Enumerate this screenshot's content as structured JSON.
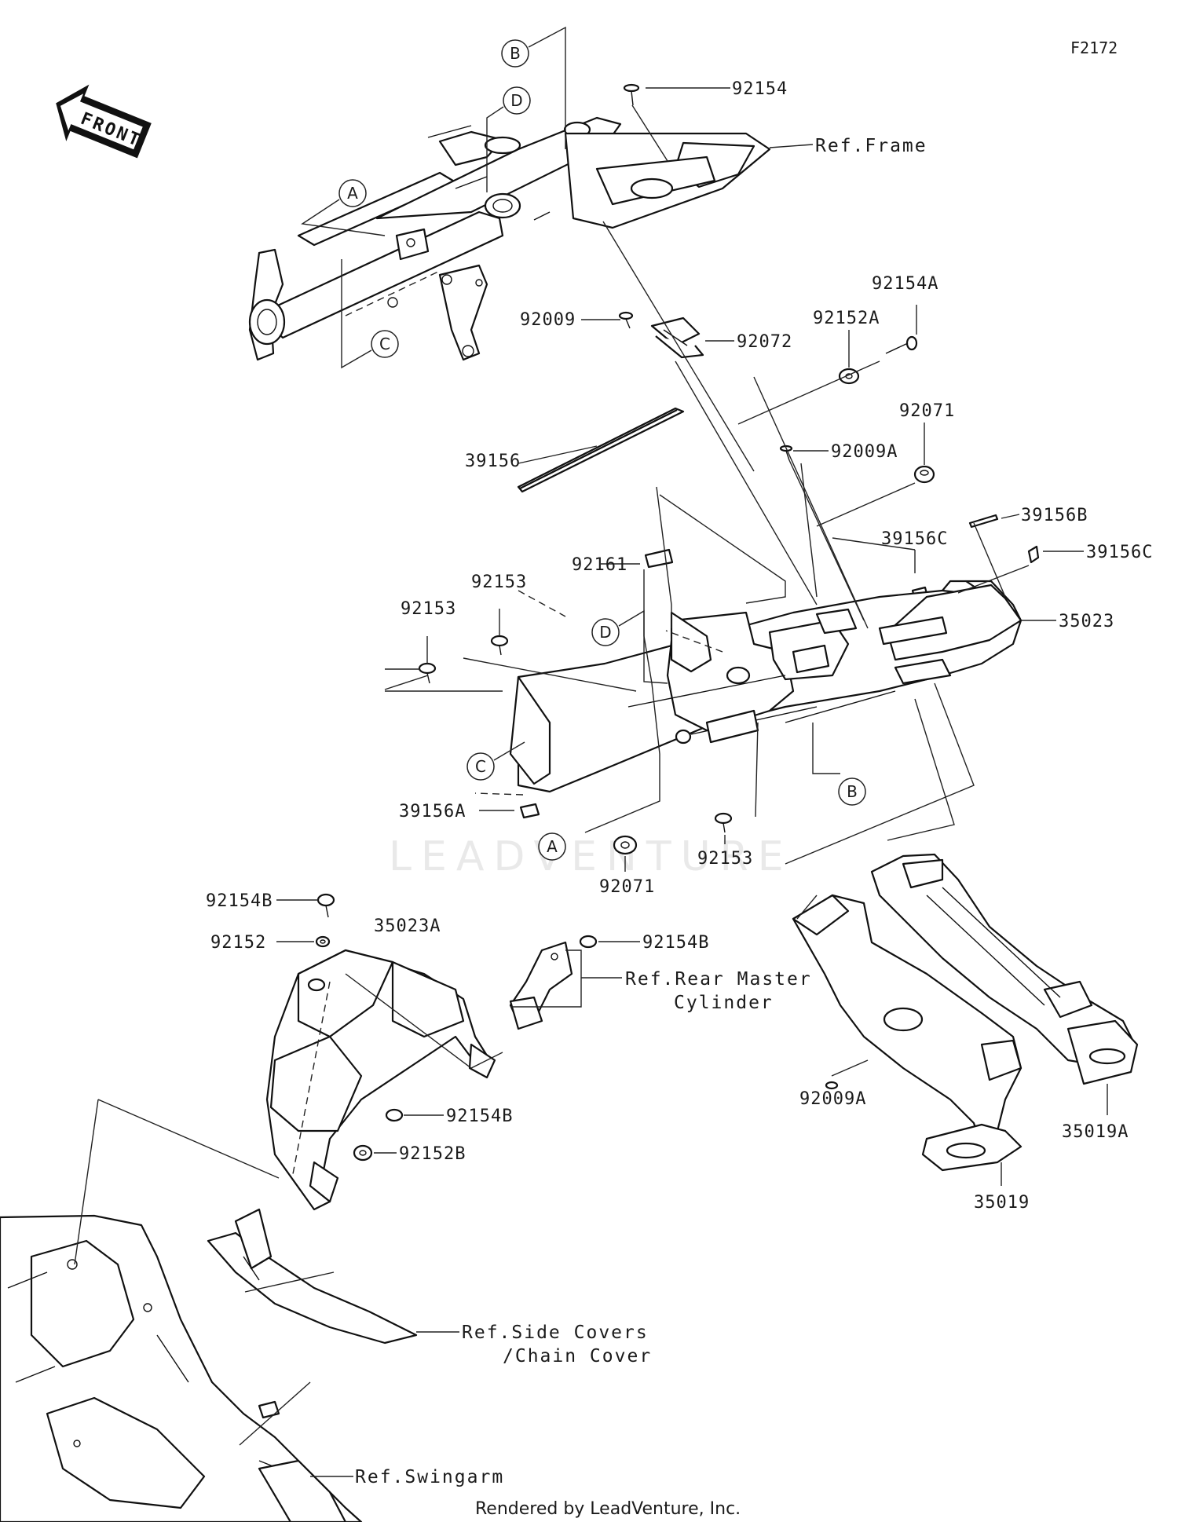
{
  "figure_id": "F2172",
  "credit": "Rendered by LeadVenture, Inc.",
  "watermark": "LEADVENTURE",
  "front_badge": "FRONT",
  "callouts": [
    {
      "id": "c_92154",
      "text": "92154"
    },
    {
      "id": "c_ref_frame",
      "text": "Ref.Frame"
    },
    {
      "id": "c_92009",
      "text": "92009"
    },
    {
      "id": "c_92072",
      "text": "92072"
    },
    {
      "id": "c_92154A",
      "text": "92154A"
    },
    {
      "id": "c_92152A",
      "text": "92152A"
    },
    {
      "id": "c_92071_top",
      "text": "92071"
    },
    {
      "id": "c_39156",
      "text": "39156"
    },
    {
      "id": "c_92009A_top",
      "text": "92009A"
    },
    {
      "id": "c_39156B",
      "text": "39156B"
    },
    {
      "id": "c_39156C_1",
      "text": "39156C"
    },
    {
      "id": "c_39156C_2",
      "text": "39156C"
    },
    {
      "id": "c_92161",
      "text": "92161"
    },
    {
      "id": "c_35023",
      "text": "35023"
    },
    {
      "id": "c_92153_a",
      "text": "92153"
    },
    {
      "id": "c_92153_b",
      "text": "92153"
    },
    {
      "id": "c_39156A",
      "text": "39156A"
    },
    {
      "id": "c_92071_bot",
      "text": "92071"
    },
    {
      "id": "c_92153_c",
      "text": "92153"
    },
    {
      "id": "c_92154B_1",
      "text": "92154B"
    },
    {
      "id": "c_92152",
      "text": "92152"
    },
    {
      "id": "c_35023A",
      "text": "35023A"
    },
    {
      "id": "c_92154B_2",
      "text": "92154B"
    },
    {
      "id": "c_ref_rmc_1",
      "text": "Ref.Rear Master"
    },
    {
      "id": "c_ref_rmc_2",
      "text": "Cylinder"
    },
    {
      "id": "c_92009A_bot",
      "text": "92009A"
    },
    {
      "id": "c_35019A",
      "text": "35019A"
    },
    {
      "id": "c_92154B_3",
      "text": "92154B"
    },
    {
      "id": "c_92152B",
      "text": "92152B"
    },
    {
      "id": "c_35019",
      "text": "35019"
    },
    {
      "id": "c_ref_side_1",
      "text": "Ref.Side Covers"
    },
    {
      "id": "c_ref_side_2",
      "text": "/Chain Cover"
    },
    {
      "id": "c_ref_swing",
      "text": "Ref.Swingarm"
    }
  ],
  "markers": {
    "A": "A",
    "B": "B",
    "C": "C",
    "D": "D"
  }
}
